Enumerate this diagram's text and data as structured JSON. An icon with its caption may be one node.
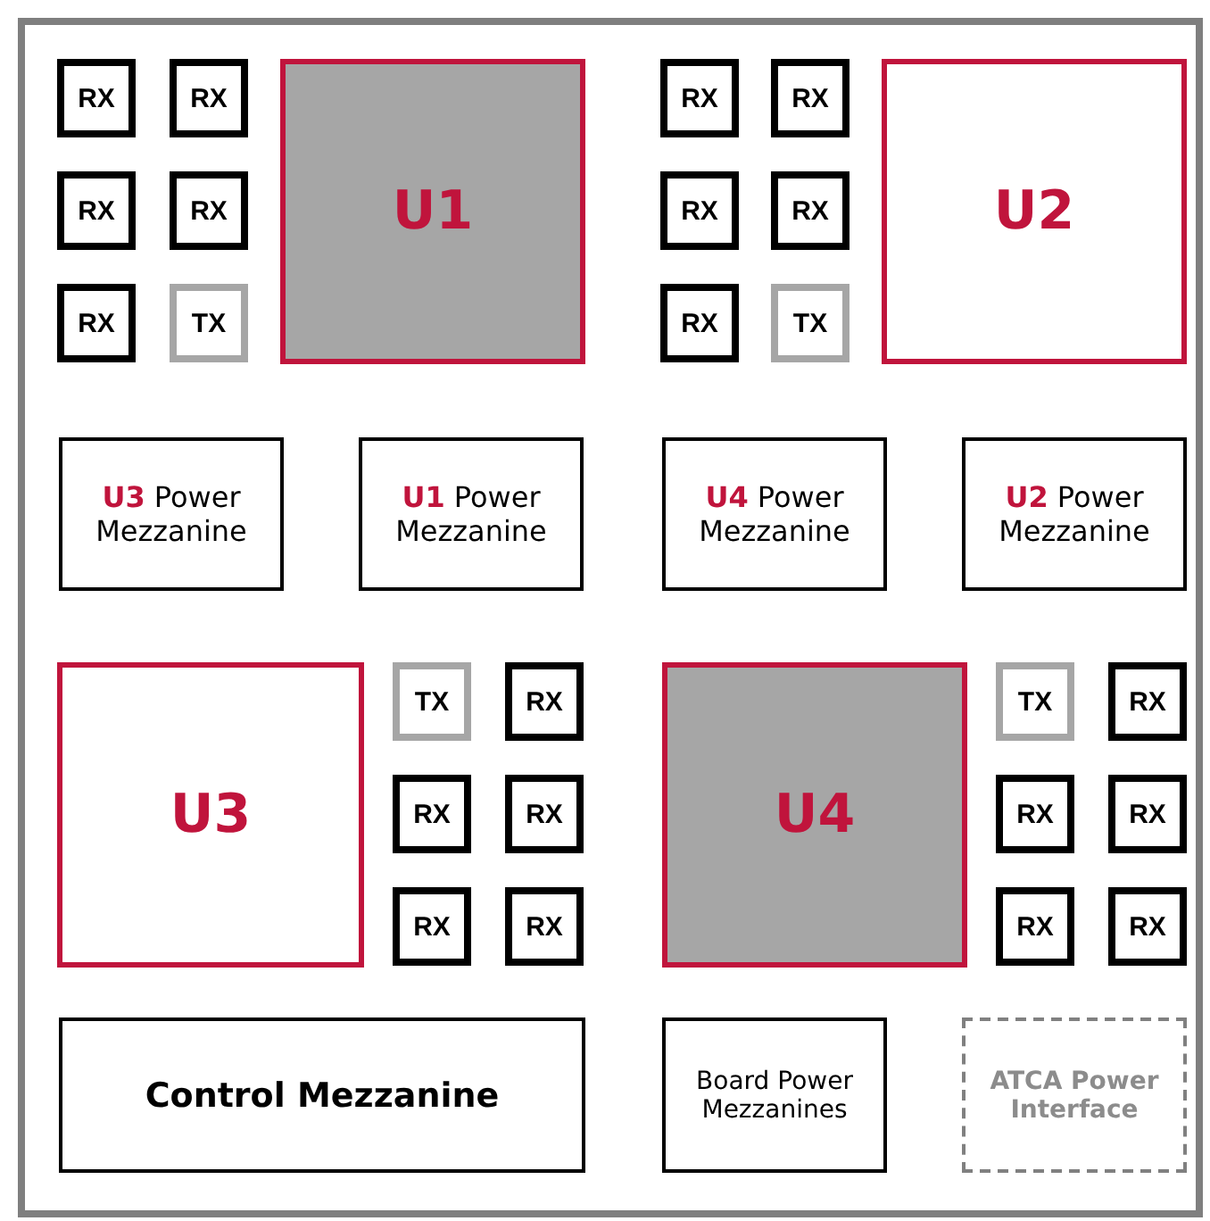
{
  "diagram": {
    "nodes": [
      {
        "text": [],
        "shape": "box"
      },
      {
        "text": [
          "RX"
        ],
        "in": 0
      },
      {
        "text": [
          "RX"
        ],
        "in": 0
      },
      {
        "text": [
          "RX"
        ],
        "in": 0
      },
      {
        "text": [
          "RX"
        ],
        "in": 0
      },
      {
        "text": [
          "RX"
        ],
        "in": 0
      },
      {
        "text": [
          "TX"
        ],
        "in": 0
      },
      {
        "text": [
          "U1"
        ],
        "in": 0
      },
      {
        "text": [
          "RX"
        ],
        "in": 0
      },
      {
        "text": [
          "RX"
        ],
        "in": 0
      },
      {
        "text": [
          "RX"
        ],
        "in": 0
      },
      {
        "text": [
          "RX"
        ],
        "in": 0
      },
      {
        "text": [
          "RX"
        ],
        "in": 0
      },
      {
        "text": [
          "TX"
        ],
        "in": 0
      },
      {
        "text": [
          "U2"
        ],
        "in": 0
      },
      {
        "text": [
          "**U3** Power Mezzanine"
        ],
        "in": 0
      },
      {
        "text": [
          "**U1** Power Mezzanine"
        ],
        "in": 0
      },
      {
        "text": [
          "**U4** Power Mezzanine"
        ],
        "in": 0
      },
      {
        "text": [
          "**U2** Power Mezzanine"
        ],
        "in": 0
      },
      {
        "text": [
          "U3"
        ],
        "in": 0
      },
      {
        "text": [
          "TX"
        ],
        "in": 0
      },
      {
        "text": [
          "RX"
        ],
        "in": 0
      },
      {
        "text": [
          "RX"
        ],
        "in": 0
      },
      {
        "text": [
          "RX"
        ],
        "in": 0
      },
      {
        "text": [
          "RX"
        ],
        "in": 0
      },
      {
        "text": [
          "RX"
        ],
        "in": 0
      },
      {
        "text": [
          "U4"
        ],
        "in": 0
      },
      {
        "text": [
          "TX"
        ],
        "in": 0
      },
      {
        "text": [
          "RX"
        ],
        "in": 0
      },
      {
        "text": [
          "RX"
        ],
        "in": 0
      },
      {
        "text": [
          "RX"
        ],
        "in": 0
      },
      {
        "text": [
          "RX"
        ],
        "in": 0
      },
      {
        "text": [
          "RX"
        ],
        "in": 0
      },
      {
        "text": [
          "Control Mezzanine"
        ],
        "in": 0
      },
      {
        "text": [
          "Board Power Mezzanines"
        ],
        "in": 0
      },
      {
        "text": [
          "ATCA Power Interface"
        ],
        "in": 0
      }
    ]
  }
}
